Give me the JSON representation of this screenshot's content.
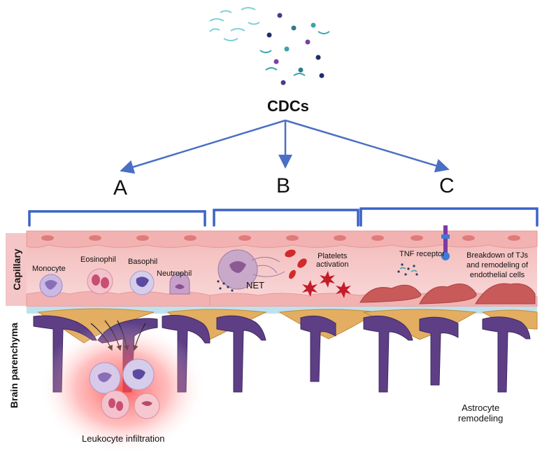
{
  "title": "CDCs",
  "panels": [
    "A",
    "B",
    "C"
  ],
  "side_labels": {
    "capillary": "Capillary",
    "brain": "Brain parenchyma"
  },
  "cells": {
    "monocyte": "Monocyte",
    "eosinophil": "Eosinophil",
    "basophil": "Basophil",
    "neutrophil": "Neutrophil"
  },
  "labels": {
    "net": "NET",
    "platelets": "Platelets\nactivation",
    "tnf": "TNF receptor",
    "tjs": "Breakdown of TJs\nand remodeling of\nendothelial cells",
    "astrocyte": "Astrocyte\nremodeling",
    "leukocyte": "Leukocyte infiltration"
  },
  "colors": {
    "arrow": "#4a6fc4",
    "bracket": "#3b63c6",
    "capillary_band": "#f6d2d4",
    "endothelial": "#f1b7b5",
    "astrocyte": "#5e3f86",
    "pericyte": "#e6b36a",
    "inflammation": "#ff5a5a"
  }
}
